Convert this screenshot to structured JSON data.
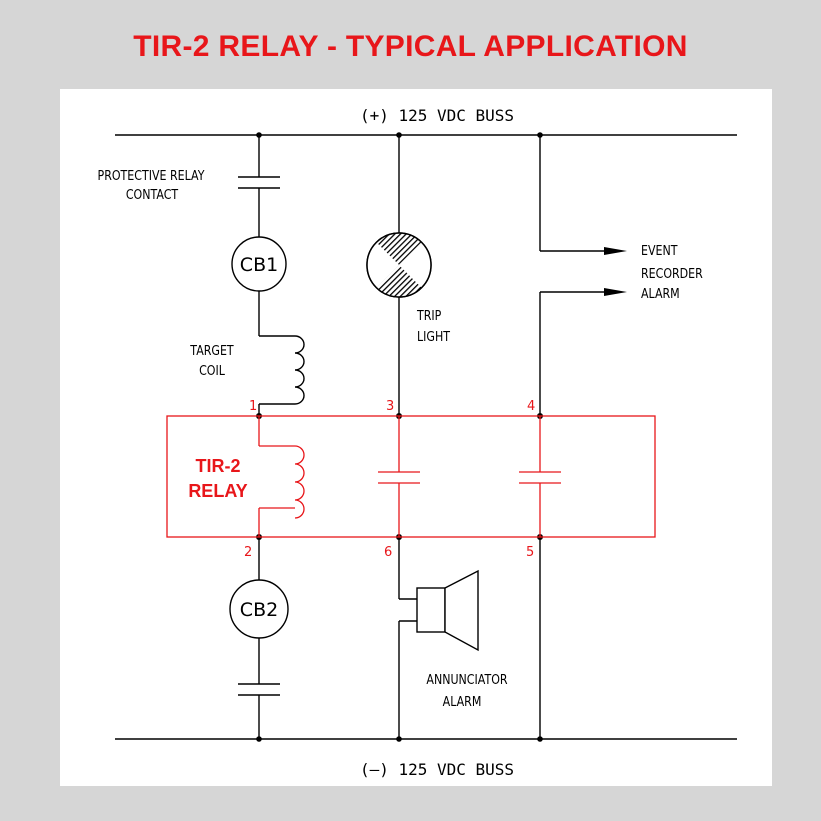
{
  "title": "TIR-2 RELAY -  TYPICAL APPLICATION",
  "buses": {
    "positive": "(+) 125 VDC BUSS",
    "negative": "(–) 125 VDC BUSS"
  },
  "labels": {
    "protective_relay_line1": "PROTECTIVE RELAY",
    "protective_relay_line2": "CONTACT",
    "cb1": "CB1",
    "cb2": "CB2",
    "target_coil_line1": "TARGET",
    "target_coil_line2": "COIL",
    "trip_light_line1": "TRIP",
    "trip_light_line2": "LIGHT",
    "event_line1": "EVENT",
    "event_line2": "RECORDER",
    "event_line3": "ALARM",
    "annunciator_line1": "ANNUNCIATOR",
    "annunciator_line2": "ALARM",
    "relay_line1": "TIR-2",
    "relay_line2": "RELAY"
  },
  "terminals": [
    "1",
    "2",
    "3",
    "4",
    "5",
    "6"
  ],
  "colors": {
    "title": "#e8161a",
    "relay": "#e8161a",
    "background": "#d6d6d6",
    "panel": "#ffffff",
    "wire": "#000000"
  }
}
